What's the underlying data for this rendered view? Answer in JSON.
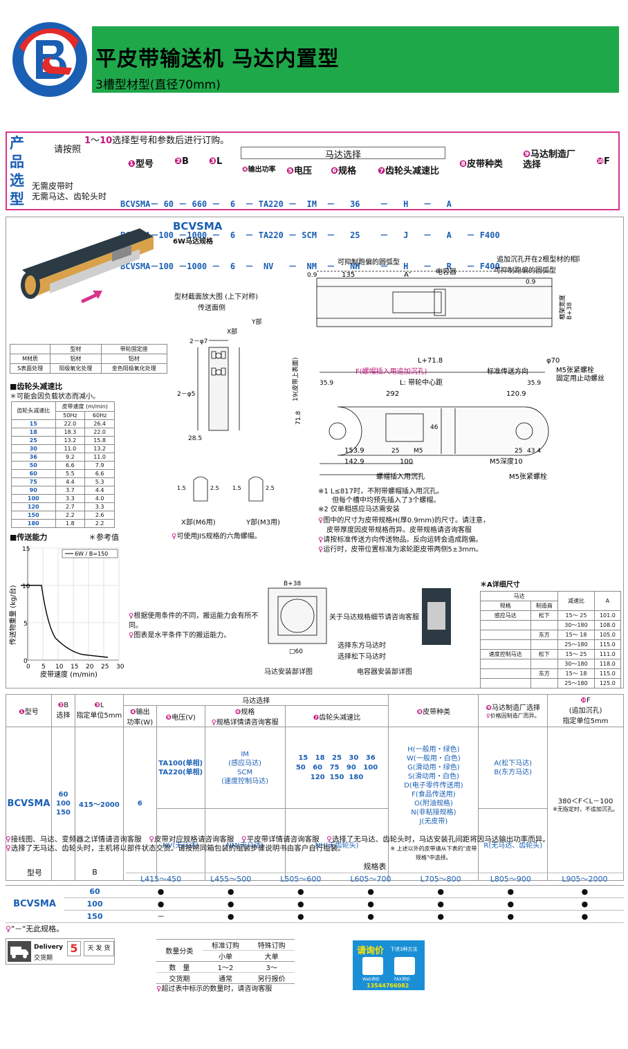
{
  "header": {
    "title": "平皮带输送机  马达内置型",
    "subtitle": "3槽型材型(直径70mm)"
  },
  "order": {
    "side_label": [
      "产",
      "品",
      "选",
      "型"
    ],
    "instruction_prefix": "请按照",
    "instruction_range_start": "1",
    "instruction_range_sep": "～",
    "instruction_range_end": "10",
    "instruction_suffix": "选择型号和参数后进行订购。",
    "motor_select": "马达选择",
    "fields": {
      "type": "型号",
      "b": "B",
      "l": "L",
      "power": "输出功率",
      "voltage": "电压",
      "spec": "规格",
      "gear": "齿轮头减速比",
      "belt": "皮带种类",
      "maker": "马达制造厂选择",
      "f": "F"
    },
    "rows": [
      {
        "label": "",
        "code": "BCVSMA－ 60 － 660 －  6  － TA220 －  IM  －   36    －   H   －   A   "
      },
      {
        "label": "无需皮带时",
        "code": "BCVSMA－100 －1000 －  6  － TA220 － SCM  －   25    －   J   －   A   － F400"
      },
      {
        "label": "无需马达、齿轮头时",
        "code": "BCVSMA－100 －1000 －  6  －  NV   －  NM  －   NH    －   H   －   R   － F400"
      }
    ]
  },
  "diagram": {
    "model": "BCVSMA",
    "motor_spec": "6W马达规格",
    "section_title": "型材截面放大图 (上下对称)",
    "transfer_face": "传送面侧",
    "x_part": "X部",
    "y_part": "Y部",
    "x_detail": "X部(M6用)",
    "y_detail": "Y部(M3用)",
    "jis_note": "可使用JIS规格的六角螺帽。",
    "labels": {
      "arc_left": "可抑制跑偏的圆弧型",
      "counterbore_note": "追加沉孔开在2根型材的相同位置处。",
      "arc_right": "可抑制跑偏的圆弧型",
      "capacitor": "电容器",
      "dim_135": "135",
      "dim_A": "A″",
      "dim_09a": "0.9",
      "dim_09b": "0.9",
      "L_plus": "L+71.8",
      "F_label": "F(螺帽插入用追加沉孔)",
      "L_label": "L: 带轮中心距",
      "std_dir": "标准传送方向",
      "phi70": "φ70",
      "m5_screw": "M5张紧螺栓",
      "fix_screw": "固定用止动螺丝",
      "dim_359a": "35.9",
      "dim_359b": "35.9",
      "dim_292": "292",
      "dim_1209": "120.9",
      "dim_718": "71.8",
      "dim_46": "46",
      "dim_1539": "153.9",
      "dim_25": "25",
      "m5": "M5",
      "dim_1429": "142.9",
      "dim_100": "100",
      "dim_25b": "25",
      "dim_434": "43.4",
      "m5_depth": "M5深度10",
      "nut_hole": "螺帽插入用沉孔",
      "m5_screw2": "M5张紧螺栓",
      "belt_top": "19(皮带上表面)",
      "b_plus": "B+38",
      "frame_width": "框架宽度"
    },
    "notes_mid": [
      "※1 L≤817时，不附带螺帽插入用沉孔。",
      "但每个槽中均预先插入了3个螺帽。",
      "※2 仅单相感应马达需安装"
    ],
    "notes_right": [
      "图中的尺寸为皮带规格H(厚0.9mm)的尺寸。请注意，",
      "皮带厚度因皮带规格而异。皮带规格请咨询客服",
      "请按标准传送方向传送物品。反向运转会造成跑偏。",
      "运行时，皮带位置标准为滚轮距皮带两侧5±3mm。"
    ],
    "material_table": {
      "headers": [
        "",
        "型材",
        "带轮固定座"
      ],
      "rows": [
        [
          "M材质",
          "铝材",
          "铝材"
        ],
        [
          "S表面处理",
          "阳极氧化处理",
          "金色阳极氧化处理"
        ]
      ]
    },
    "gear_title": "齿轮头减速比",
    "gear_note": "＊可能会因负载状态而减小。",
    "gear_table": {
      "col0": "齿轮头减速比",
      "speed": "皮带速度 (m/min)",
      "hz": [
        "50Hz",
        "60Hz"
      ],
      "rows": [
        [
          "15",
          "22.0",
          "26.4"
        ],
        [
          "18",
          "18.3",
          "22.0"
        ],
        [
          "25",
          "13.2",
          "15.8"
        ],
        [
          "30",
          "11.0",
          "13.2"
        ],
        [
          "36",
          "9.2",
          "11.0"
        ],
        [
          "50",
          "6.6",
          "7.9"
        ],
        [
          "60",
          "5.5",
          "6.6"
        ],
        [
          "75",
          "4.4",
          "5.3"
        ],
        [
          "90",
          "3.7",
          "4.4"
        ],
        [
          "100",
          "3.3",
          "4.0"
        ],
        [
          "120",
          "2.7",
          "3.3"
        ],
        [
          "150",
          "2.2",
          "2.6"
        ],
        [
          "180",
          "1.8",
          "2.2"
        ]
      ]
    },
    "capacity_title": "传送能力",
    "capacity_ref": "＊参考值",
    "capacity_legend": "6W / B=150",
    "capacity_y": "传送物重量 (kg/台)",
    "capacity_x": "皮带速度 (m/min)",
    "capacity_notes": [
      "根据使用条件的不同，搬运能力会有所不同。",
      "图表是水平条件下的搬运能力。"
    ],
    "motor_detail": "马达安装部详图",
    "capacitor_detail": "电容器安装部详图",
    "motor_contact": "关于马达规格细节请咨询客服",
    "select_east": "选择东方马达时",
    "select_matsushita": "选择松下马达时",
    "square60": "□60",
    "b38": "B+38",
    "a_detail_title": "＊A详细尺寸",
    "a_table": {
      "head": [
        "马达",
        "规格",
        "制造商",
        "减速比",
        "A"
      ],
      "rows": [
        [
          "感应马达",
          "松下",
          "15～ 25",
          "101.0"
        ],
        [
          "",
          "",
          "30～180",
          "108.0"
        ],
        [
          "",
          "东方",
          "15～ 18",
          "105.0"
        ],
        [
          "",
          "",
          "25～180",
          "115.0"
        ],
        [
          "速度控制马达",
          "松下",
          "15～ 25",
          "111.0"
        ],
        [
          "",
          "",
          "30～180",
          "118.0"
        ],
        [
          "",
          "东方",
          "15～ 18",
          "115.0"
        ],
        [
          "",
          "",
          "25～180",
          "125.0"
        ]
      ]
    }
  },
  "selection": {
    "motor_select": "马达选择",
    "heads": {
      "type": "型号",
      "b": "B",
      "b2": "选择",
      "l": "L",
      "l2": "指定单位5mm",
      "power": "输出",
      "power2": "功率(W)",
      "voltage": "电压(V)",
      "spec": "规格",
      "spec2": "规格详情请咨询客服",
      "gear": "齿轮头减速比",
      "belt": "皮带种类",
      "maker": "马达制造厂选择",
      "maker2": "价格因制造厂而异。",
      "f": "F",
      "f2": "(追加沉孔)",
      "f3": "指定单位5mm"
    },
    "type": "BCVSMA",
    "b_values": "60\n100\n150",
    "l_range": "415～2000",
    "power": "6",
    "voltage_a": "TA100(单相)\nTA220(单相)",
    "voltage_b": "NV(无马达)",
    "spec_a": "IM\n(感应马达)\nSCM\n(速度控制马达)",
    "spec_b": "NM(无马达)",
    "gear_rows": [
      "15   18   25   30   36",
      "50   60   75   90   100",
      "120  150  180"
    ],
    "gear_b": "NH(无齿轮头)",
    "belt": "H(一般用・绿色)\nW(一般用・白色)\nG(滑动用・绿色)\nS(滑动用・白色)\nD(电子零件传送用)\nF(食品传送用)\nO(附油规格)\nN(非粘接规格)\nJ(无皮带)",
    "belt_note": "※ 上述以外的皮带请从下表的\"皮带规格\"中选择。",
    "maker_a": "A(松下马达)\nB(东方马达)",
    "maker_b": "R(无马达、齿轮头)",
    "f_range": "380＜F＜L－100",
    "f_note": "※无指定时，不追加沉孔。"
  },
  "selection_notes": [
    "接线图、马达、变频器之详情请咨询客服",
    "皮带对应规格请咨询客服",
    "平皮带详情请咨询客服",
    "选择了无马达、齿轮头时，马达安装孔间距将因马达输出功率而异。",
    "选择了无马达、齿轮头时，主机将以部件状态交货。请按照同箱包装的组装步骤说明书由客户自行组装。"
  ],
  "size_table": {
    "type_head": "型号",
    "b_head": "B",
    "spec_head": "规格表",
    "ranges": [
      "L415～450",
      "L455～500",
      "L505～600",
      "L605～700",
      "L705～800",
      "L805～900",
      "L905～2000"
    ],
    "type": "BCVSMA",
    "rows": [
      {
        "b": "60",
        "cells": [
          "●",
          "●",
          "●",
          "●",
          "●",
          "●",
          "●"
        ]
      },
      {
        "b": "100",
        "cells": [
          "●",
          "●",
          "●",
          "●",
          "●",
          "●",
          "●"
        ]
      },
      {
        "b": "150",
        "cells": [
          "－",
          "●",
          "●",
          "●",
          "●",
          "●",
          "●"
        ]
      }
    ],
    "note": "\"－\"无此规格。"
  },
  "delivery": {
    "label_en": "Delivery",
    "label_cn": "交货期",
    "days": "5",
    "days_label": "天 发 货"
  },
  "qty_table": {
    "head": [
      "数量分类",
      "标准订购",
      "特殊订购"
    ],
    "sub": [
      "",
      "小单",
      "大单"
    ],
    "rows": [
      [
        "数　量",
        "1～2",
        "3～"
      ],
      [
        "交货期",
        "通常",
        "另行报价"
      ]
    ],
    "note": "超过表中标示的数量时，请咨询客服"
  },
  "inquiry": {
    "title": "请询价",
    "sub": "下述3种方法",
    "web": "Web询价",
    "fax": "FAX询价",
    "phone": "13544766082"
  },
  "colors": {
    "green": "#1fa84a",
    "blue": "#1a5fb4",
    "magenta": "#c0157a",
    "belt": "#2b3a43",
    "frame": "#d9a24a"
  }
}
